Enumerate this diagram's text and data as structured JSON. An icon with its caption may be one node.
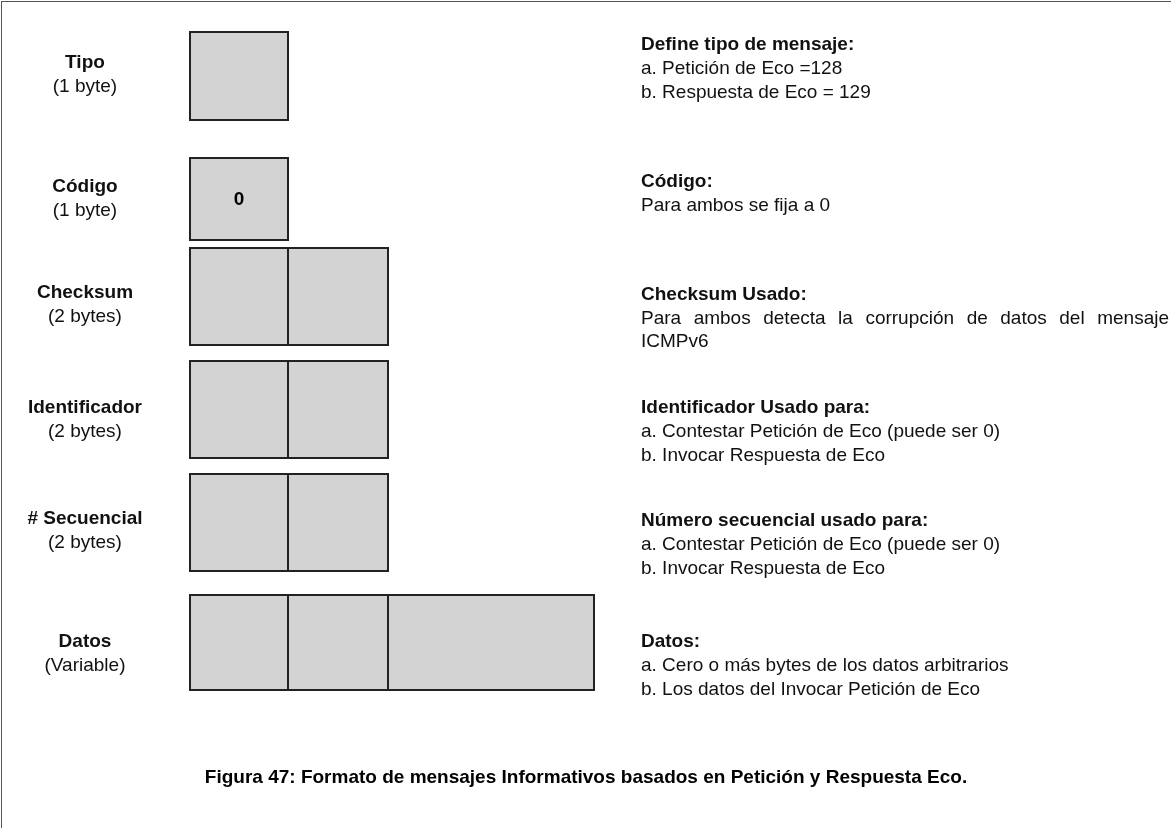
{
  "diagram": {
    "caption": "Figura 47: Formato de mensajes Informativos basados en Petición y Respuesta Eco.",
    "nodes": [
      {
        "text": [],
        "shape": "box"
      },
      {
        "text": [
          "0"
        ]
      },
      {
        "text": [],
        "shape": "box"
      },
      {
        "text": [],
        "shape": "box"
      },
      {
        "text": [],
        "shape": "box"
      },
      {
        "text": [],
        "shape": "box"
      },
      {
        "text": [],
        "shape": "box"
      },
      {
        "text": [],
        "shape": "box"
      },
      {
        "text": [],
        "shape": "box"
      },
      {
        "text": [],
        "shape": "box"
      },
      {
        "text": [],
        "shape": "box"
      }
    ],
    "labels": [
      "Tipo",
      "(1 byte)",
      "Define tipo de mensaje:",
      "a. Petición de Eco =128",
      "b. Respuesta de Eco = 129",
      "Código",
      "(1 byte)",
      "Código:",
      "Para ambos se fija a 0",
      "Checksum",
      "(2 bytes)",
      "Checksum Usado:",
      "Para ambos detecta la corrupción de datos del mensaje ICMPv6",
      "Identificador",
      "(2 bytes)",
      "Identificador Usado para:",
      "a. Contestar Petición de Eco (puede ser 0)",
      "b. Invocar Respuesta de Eco",
      "# Secuencial",
      "(2 bytes)",
      "Número secuencial usado para:",
      "a. Contestar Petición de Eco (puede ser 0)",
      "b. Invocar Respuesta de Eco",
      "Datos",
      "(Variable)",
      "Datos:",
      "a. Cero o más bytes de los datos arbitrarios",
      "b. Los datos del Invocar Petición de Eco"
    ]
  }
}
